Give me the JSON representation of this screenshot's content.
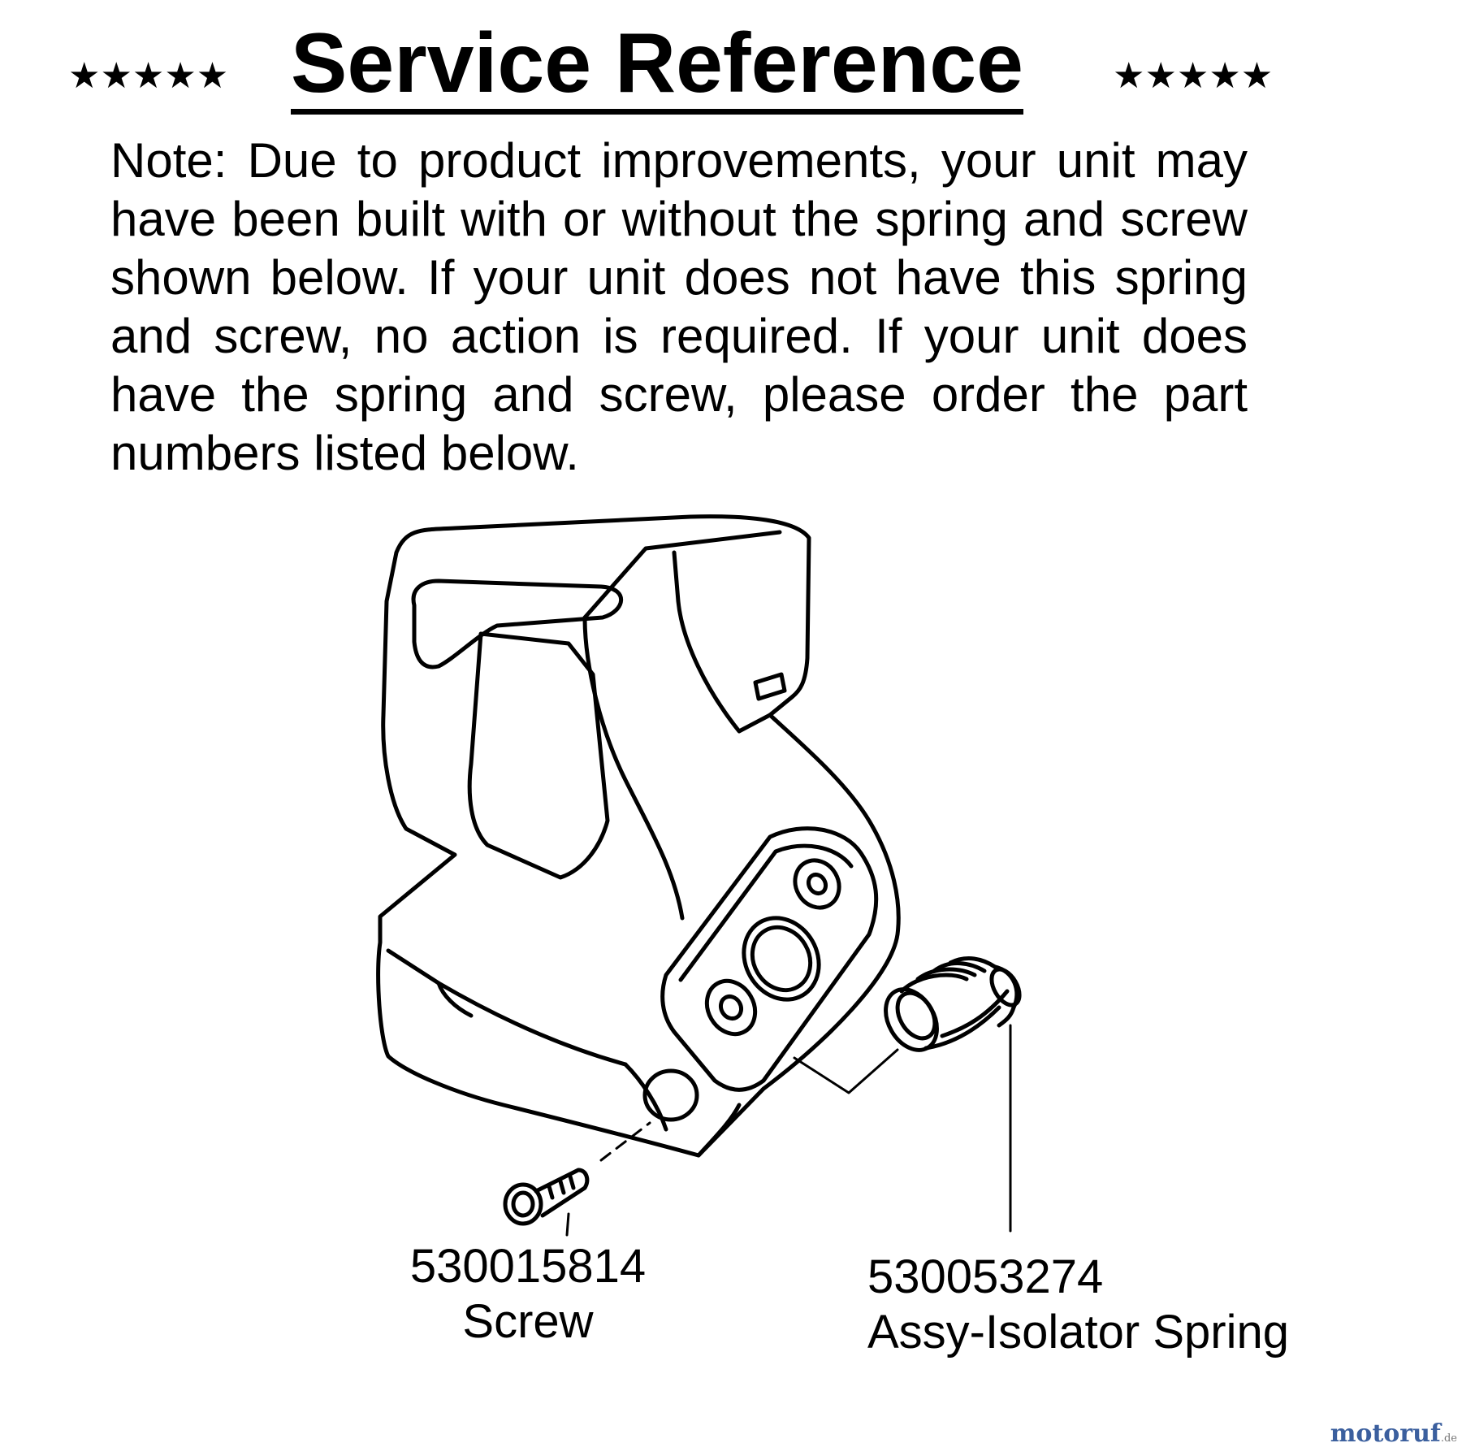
{
  "header": {
    "stars_left": "★★★★★",
    "title": "Service Reference",
    "stars_right": "★★★★★"
  },
  "note": {
    "text": "Note: Due to product improvements, your unit may have been built with or without the spring and screw shown below. If your unit does not have this spring and screw, no action is required. If your unit does have the spring and screw, please order the part numbers listed below."
  },
  "parts": [
    {
      "part_number": "530015814",
      "description": "Screw"
    },
    {
      "part_number": "530053274",
      "description": "Assy-Isolator Spring"
    }
  ],
  "watermark": {
    "logo_text": "motoruf",
    "tld": ".de",
    "color": "#3b5f9e"
  }
}
